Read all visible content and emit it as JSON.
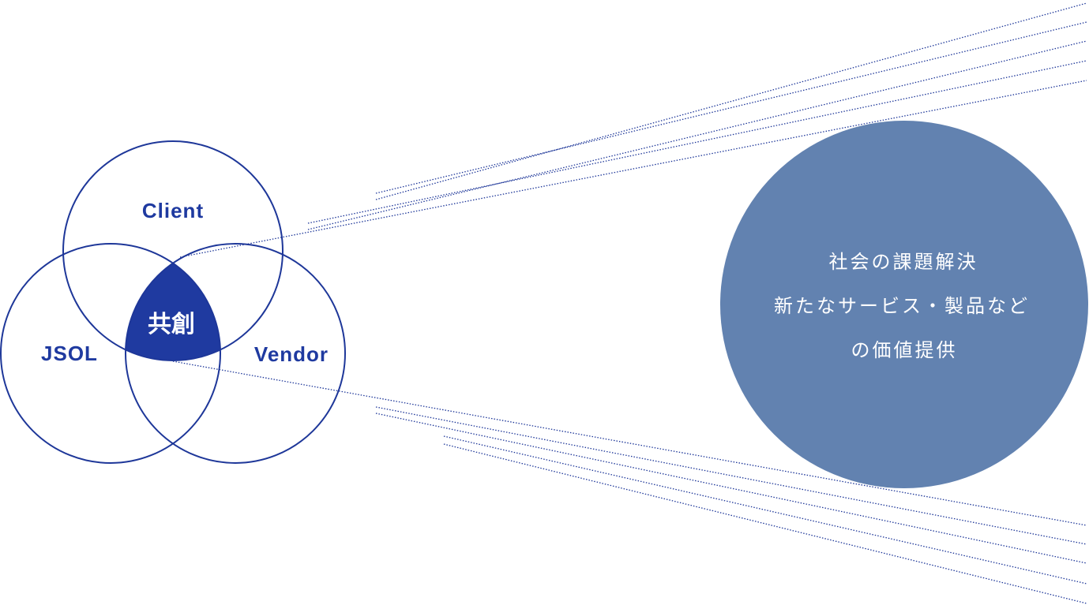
{
  "colors": {
    "venn_stroke": "#1e3799",
    "center_fill": "#1f3aa0",
    "center_text": "#ffffff",
    "label_text": "#1f3aa0",
    "value_circle": "#6282b0",
    "value_text": "#ffffff",
    "dotted_lines": "#1e3799"
  },
  "venn": {
    "top_label": "Client",
    "left_label": "JSOL",
    "right_label": "Vendor",
    "center_label": "共創"
  },
  "value": {
    "lines": [
      "社会の課題解決",
      "新たなサービス・製品など",
      "の価値提供"
    ]
  }
}
